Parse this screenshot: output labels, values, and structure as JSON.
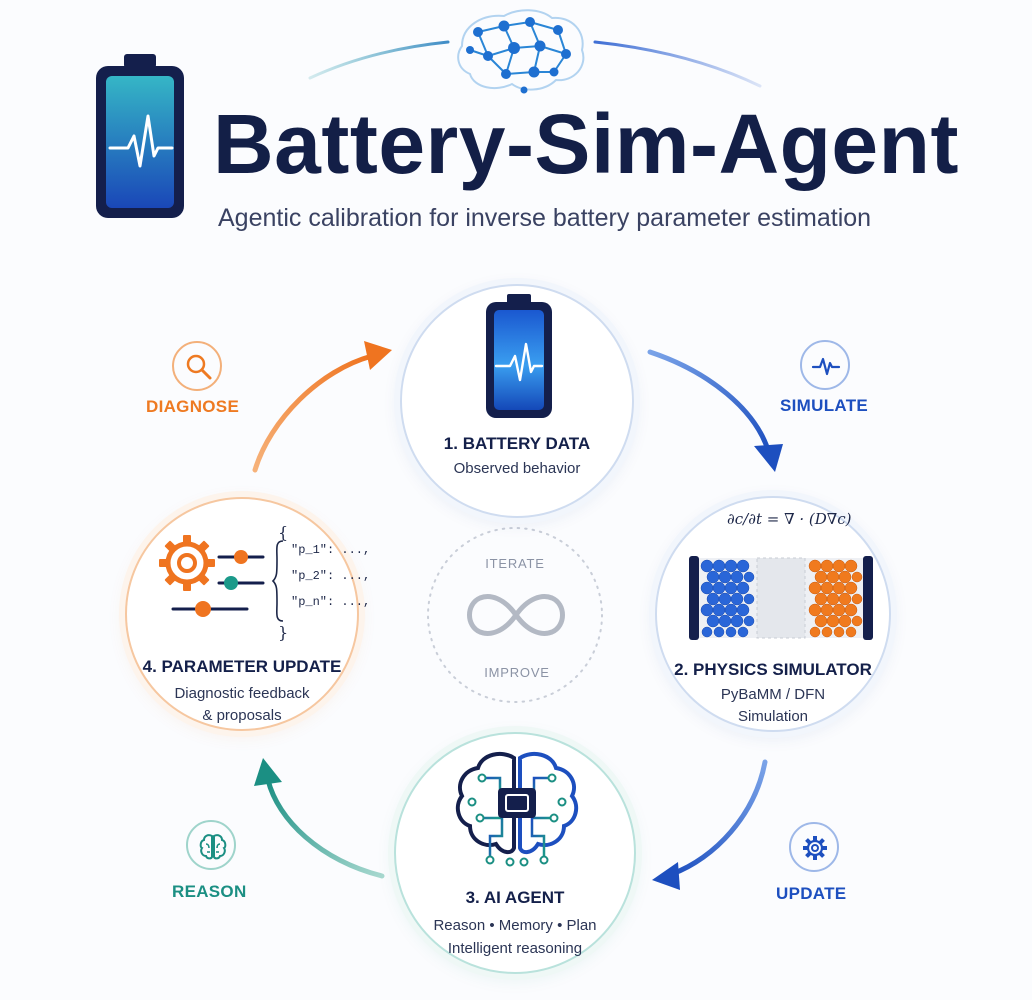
{
  "header": {
    "title": "Battery-Sim-Agent",
    "subtitle": "Agentic calibration for inverse battery parameter estimation"
  },
  "nodes": {
    "battery_data": {
      "title": "1. BATTERY DATA",
      "subtitle": "Observed behavior"
    },
    "physics_simulator": {
      "title": "2. PHYSICS SIMULATOR",
      "line1": "PyBaMM / DFN",
      "line2": "Simulation",
      "equation": "∂c/∂t = ∇ · (D∇c)"
    },
    "ai_agent": {
      "title": "3. AI AGENT",
      "line1": "Reason • Memory • Plan",
      "line2": "Intelligent reasoning"
    },
    "parameter_update": {
      "title": "4. PARAMETER UPDATE",
      "line1": "Diagnostic feedback",
      "line2": "& proposals",
      "params": [
        "\"p_1\": ...,",
        "\"p_2\": ...,",
        "\"p_n\": ...,"
      ],
      "brace_open": "{",
      "brace_close": "}"
    }
  },
  "stages": {
    "diagnose": "DIAGNOSE",
    "simulate": "SIMULATE",
    "update": "UPDATE",
    "reason": "REASON"
  },
  "center": {
    "top": "ITERATE",
    "bottom": "IMPROVE"
  },
  "colors": {
    "navy": "#131f47",
    "orange": "#ee7a22",
    "blue": "#1d4fbf",
    "teal": "#1b8f83",
    "battery_blue": "#1e63d6"
  },
  "icons": [
    "brain-network-icon",
    "battery-pulse-icon",
    "magnifier-icon",
    "pulse-icon",
    "gear-icon",
    "brain-icon",
    "infinity-icon",
    "ai-chip-brain-icon",
    "sliders-icon"
  ]
}
